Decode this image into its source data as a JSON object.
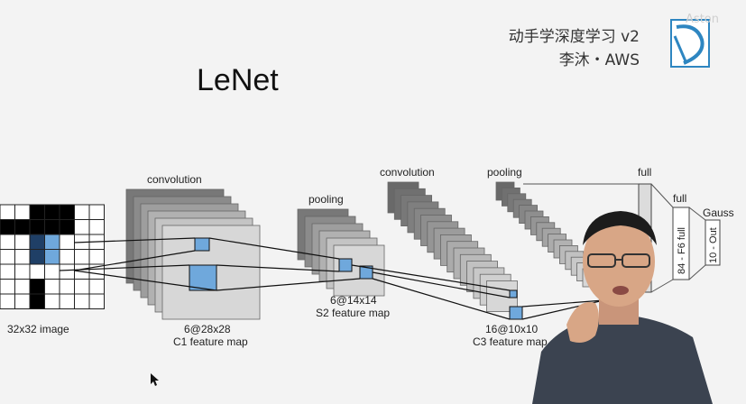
{
  "slide": {
    "course_title": "动手学深度学习 v2",
    "author_line": "李沐・AWS",
    "title": "LeNet",
    "watermark": "Aston"
  },
  "diagram": {
    "input_label": "32x32 image",
    "c1_op": "convolution",
    "c1_dims": "6@28x28",
    "c1_name": "C1 feature map",
    "s2_op": "pooling",
    "s2_dims": "6@14x14",
    "s2_name": "S2 feature map",
    "c3_op": "convolution",
    "c3_dims": "16@10x10",
    "c3_name": "C3 feature map",
    "s4_op": "pooling",
    "full1_op": "full",
    "full2_op": "full",
    "f6_label": "84 - F6 full",
    "gauss_op": "Gauss",
    "out_label": "10 - Out"
  },
  "colors": {
    "background": "#f3f3f3",
    "highlight": "#6fa8dc",
    "dark_stroke": "#111111"
  }
}
